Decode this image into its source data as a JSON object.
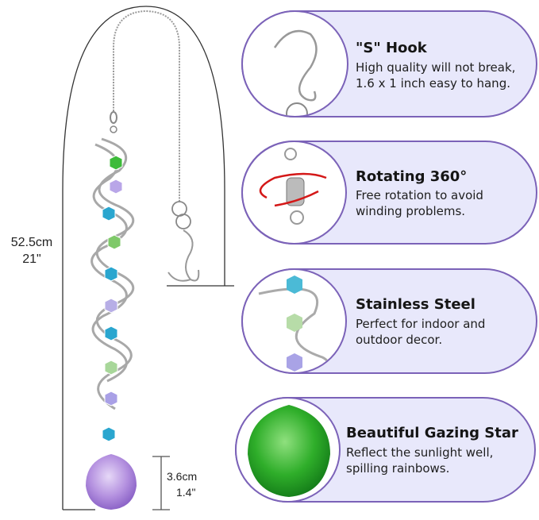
{
  "dimensions": {
    "total_length_cm": "52.5cm",
    "total_length_in": "21\"",
    "ball_size_cm": "3.6cm",
    "ball_size_in": "1.4\""
  },
  "features": [
    {
      "title": "\"S\" Hook",
      "line1": "High quality will not break,",
      "line2": "1.6 x 1 inch easy to hang.",
      "icon": "s-hook-icon"
    },
    {
      "title": "Rotating 360°",
      "line1": "Free rotation to avoid",
      "line2": "winding problems.",
      "icon": "swivel-rotation-icon"
    },
    {
      "title": "Stainless Steel",
      "line1": "Perfect for indoor and",
      "line2": "outdoor decor.",
      "icon": "spiral-steel-icon"
    },
    {
      "title": "Beautiful Gazing Star",
      "line1": "Reflect the sunlight well,",
      "line2": "spilling rainbows.",
      "icon": "green-crystal-ball-icon"
    }
  ],
  "colors": {
    "pill_fill": "#e8e8fb",
    "pill_border": "#7b62b8",
    "crystal_green": "#2fae2a",
    "crystal_purple": "#b592e0",
    "crystal_blue": "#2aa6cf",
    "rotation_arrow": "#d41818"
  }
}
